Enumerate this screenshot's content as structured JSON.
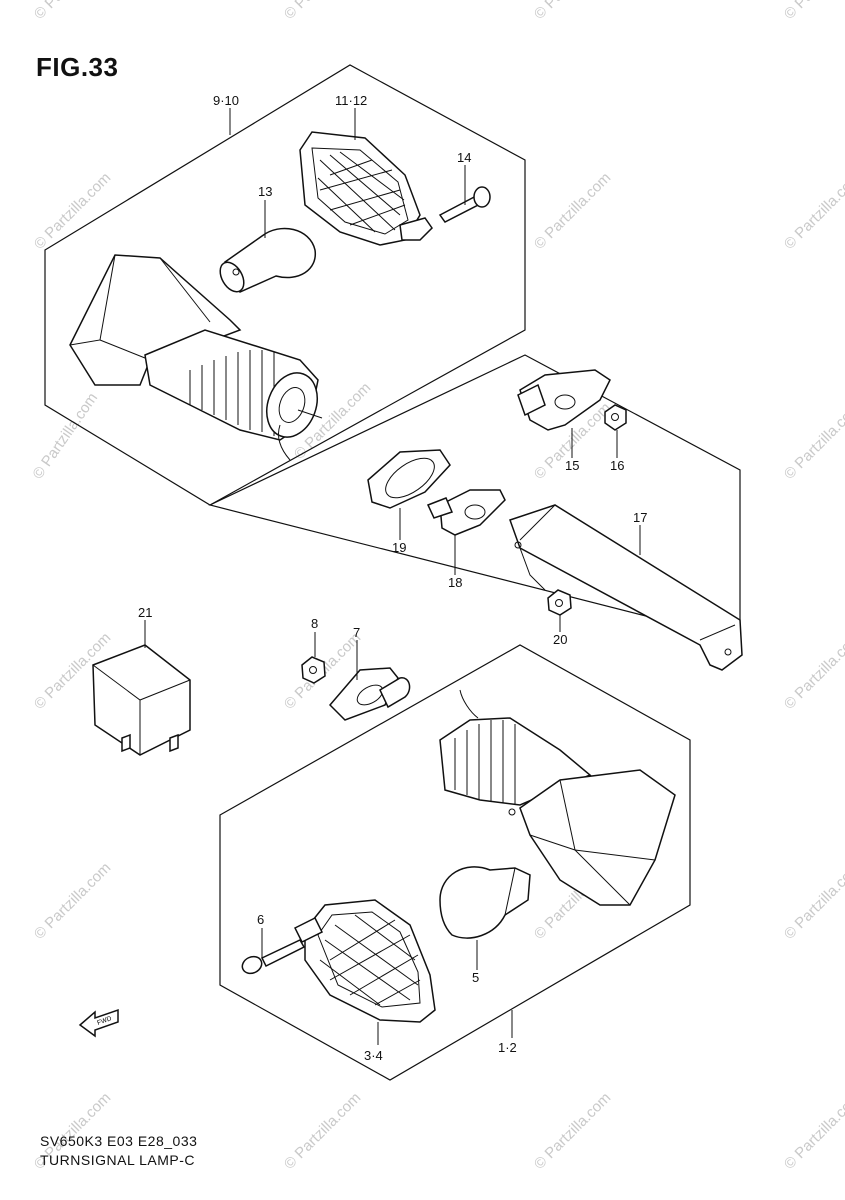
{
  "figure": {
    "title": "FIG.33"
  },
  "callouts": {
    "c_9_10": "9·10",
    "c_11_12": "11·12",
    "c_14": "14",
    "c_13": "13",
    "c_15": "15",
    "c_16": "16",
    "c_17": "17",
    "c_19": "19",
    "c_18": "18",
    "c_20": "20",
    "c_21": "21",
    "c_8": "8",
    "c_7": "7",
    "c_6": "6",
    "c_5": "5",
    "c_3_4": "3·4",
    "c_1_2": "1·2"
  },
  "fwd_label": "FWD",
  "footer": {
    "code": "SV650K3 E03 E28_033",
    "title": "TURNSIGNAL LAMP-C"
  },
  "watermark": {
    "text": "© Partzilla.com",
    "color": "#c9c9c9"
  }
}
